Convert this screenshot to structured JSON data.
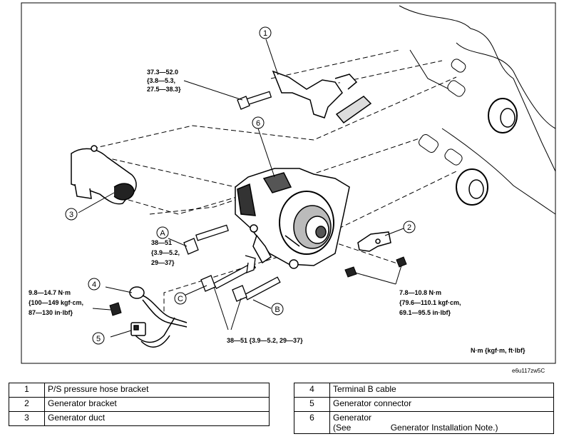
{
  "callouts": {
    "c1": "1",
    "c2": "2",
    "c3": "3",
    "c4": "4",
    "c5": "5",
    "c6": "6",
    "cA": "A",
    "cB": "B",
    "cC": "C"
  },
  "torque_specs": {
    "t1": [
      "37.3—52.0",
      "{3.8—5.3,",
      "27.5—38.3}"
    ],
    "tA": [
      "38—51",
      "{3.9—5.2,",
      "29—37}"
    ],
    "t4": [
      "9.8—14.7 N·m",
      "{100—149 kgf·cm,",
      "87—130 in·lbf}"
    ],
    "t2": [
      "7.8—10.8 N·m",
      "{79.6—110.1 kgf·cm,",
      "69.1—95.5 in·lbf}"
    ],
    "tBC": "38—51 {3.9—5.2, 29—37}"
  },
  "units_note": "N·m {kgf·m, ft·lbf}",
  "figure_code": "e6u117zw5C",
  "legend_left": [
    {
      "num": "1",
      "name": "P/S pressure hose bracket"
    },
    {
      "num": "2",
      "name": "Generator bracket"
    },
    {
      "num": "3",
      "name": "Generator duct"
    }
  ],
  "legend_right": [
    {
      "num": "4",
      "name": "Terminal B cable"
    },
    {
      "num": "5",
      "name": "Generator connector"
    },
    {
      "num": "6",
      "name": "Generator",
      "note_prefix": "(See",
      "note_link": "Generator Installation Note.)"
    }
  ]
}
